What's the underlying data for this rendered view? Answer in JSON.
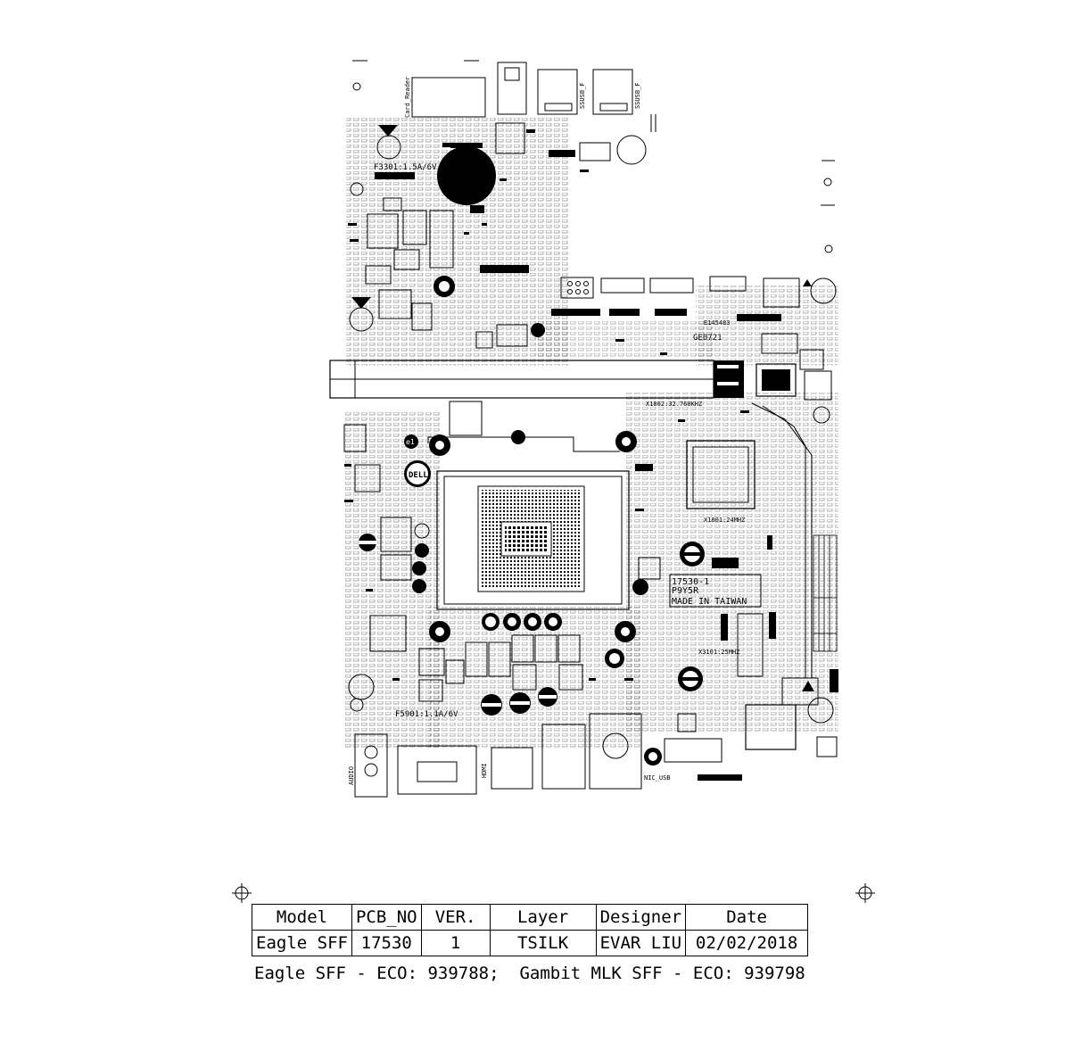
{
  "board_labels": {
    "card_reader": "Card_Reader",
    "ssusb_f_1": "SSUSB_F",
    "ssusb_f_2": "SSUSB_F",
    "fuse_top": "F3301:1.5A/6V",
    "fuse_bottom": "F5901:1.1A/6V",
    "crystal_rtc": "X1802:32.768KHZ",
    "crystal_24": "X1801:24MHZ",
    "crystal_25": "X3101:25MHZ",
    "ul_number": "E145483",
    "factory_id": "GE0721",
    "part_number": "17530-1",
    "dell_ppid": "P9Y5R",
    "origin": "MADE IN TAIWAN",
    "hdmi": "HDMI",
    "nic_usb": "NIC_USB",
    "audio": "AUDIO",
    "dell_logo": "DELL",
    "e1_mark": "e1"
  },
  "title_block": {
    "headers": [
      "Model",
      "PCB_NO",
      "VER.",
      "Layer",
      "Designer",
      "Date"
    ],
    "values": [
      "Eagle SFF",
      "17530",
      "1",
      "TSILK",
      "EVAR LIU",
      "02/02/2018"
    ]
  },
  "eco_line": {
    "eagle": "Eagle SFF - ECO: 939788;",
    "gambit": "Gambit MLK SFF - ECO: 939798"
  }
}
